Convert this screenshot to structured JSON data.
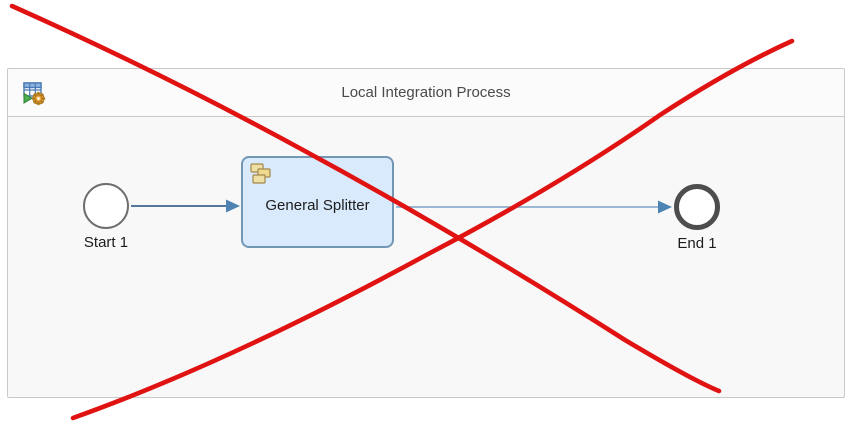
{
  "diagram": {
    "title": "Local Integration Process",
    "header_icon": "process-table-gear-icon",
    "nodes": [
      {
        "id": "start1",
        "type": "start-event",
        "label": "Start 1"
      },
      {
        "id": "splitter1",
        "type": "task",
        "label": "General Splitter",
        "icon": "splitter-cascade-icon"
      },
      {
        "id": "end1",
        "type": "end-event",
        "label": "End 1"
      }
    ],
    "connections": [
      {
        "from": "start1",
        "to": "splitter1",
        "type": "sequence-flow"
      },
      {
        "from": "splitter1",
        "to": "end1",
        "type": "sequence-flow"
      }
    ],
    "annotation": {
      "type": "red-cross-out",
      "description": "two hand-drawn red strokes forming an X over the whole process"
    }
  },
  "colors": {
    "panel_bg": "#f8f8f8",
    "header_bg": "#fbfbfb",
    "panel_border": "#c9c9c9",
    "title_color": "#4a4a4a",
    "task_fill": "#d9eafc",
    "task_border": "#7297b5",
    "start_stroke": "#6e6e6e",
    "end_stroke": "#4d4d4d",
    "connector_line": "#54789a",
    "connector_line_light": "#7ba3c6",
    "arrowhead": "#4e84b4",
    "annotation_red": "#e01212"
  }
}
